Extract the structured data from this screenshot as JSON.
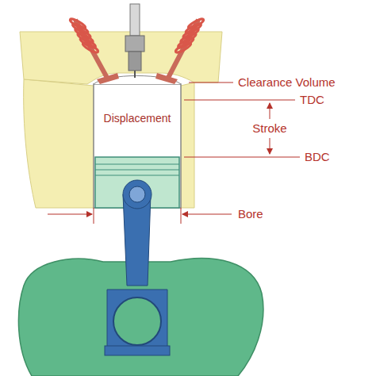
{
  "diagram": {
    "labels": [
      "Displacement",
      "Clearance Volume",
      "TDC",
      "Stroke",
      "BDC",
      "Bore"
    ]
  }
}
